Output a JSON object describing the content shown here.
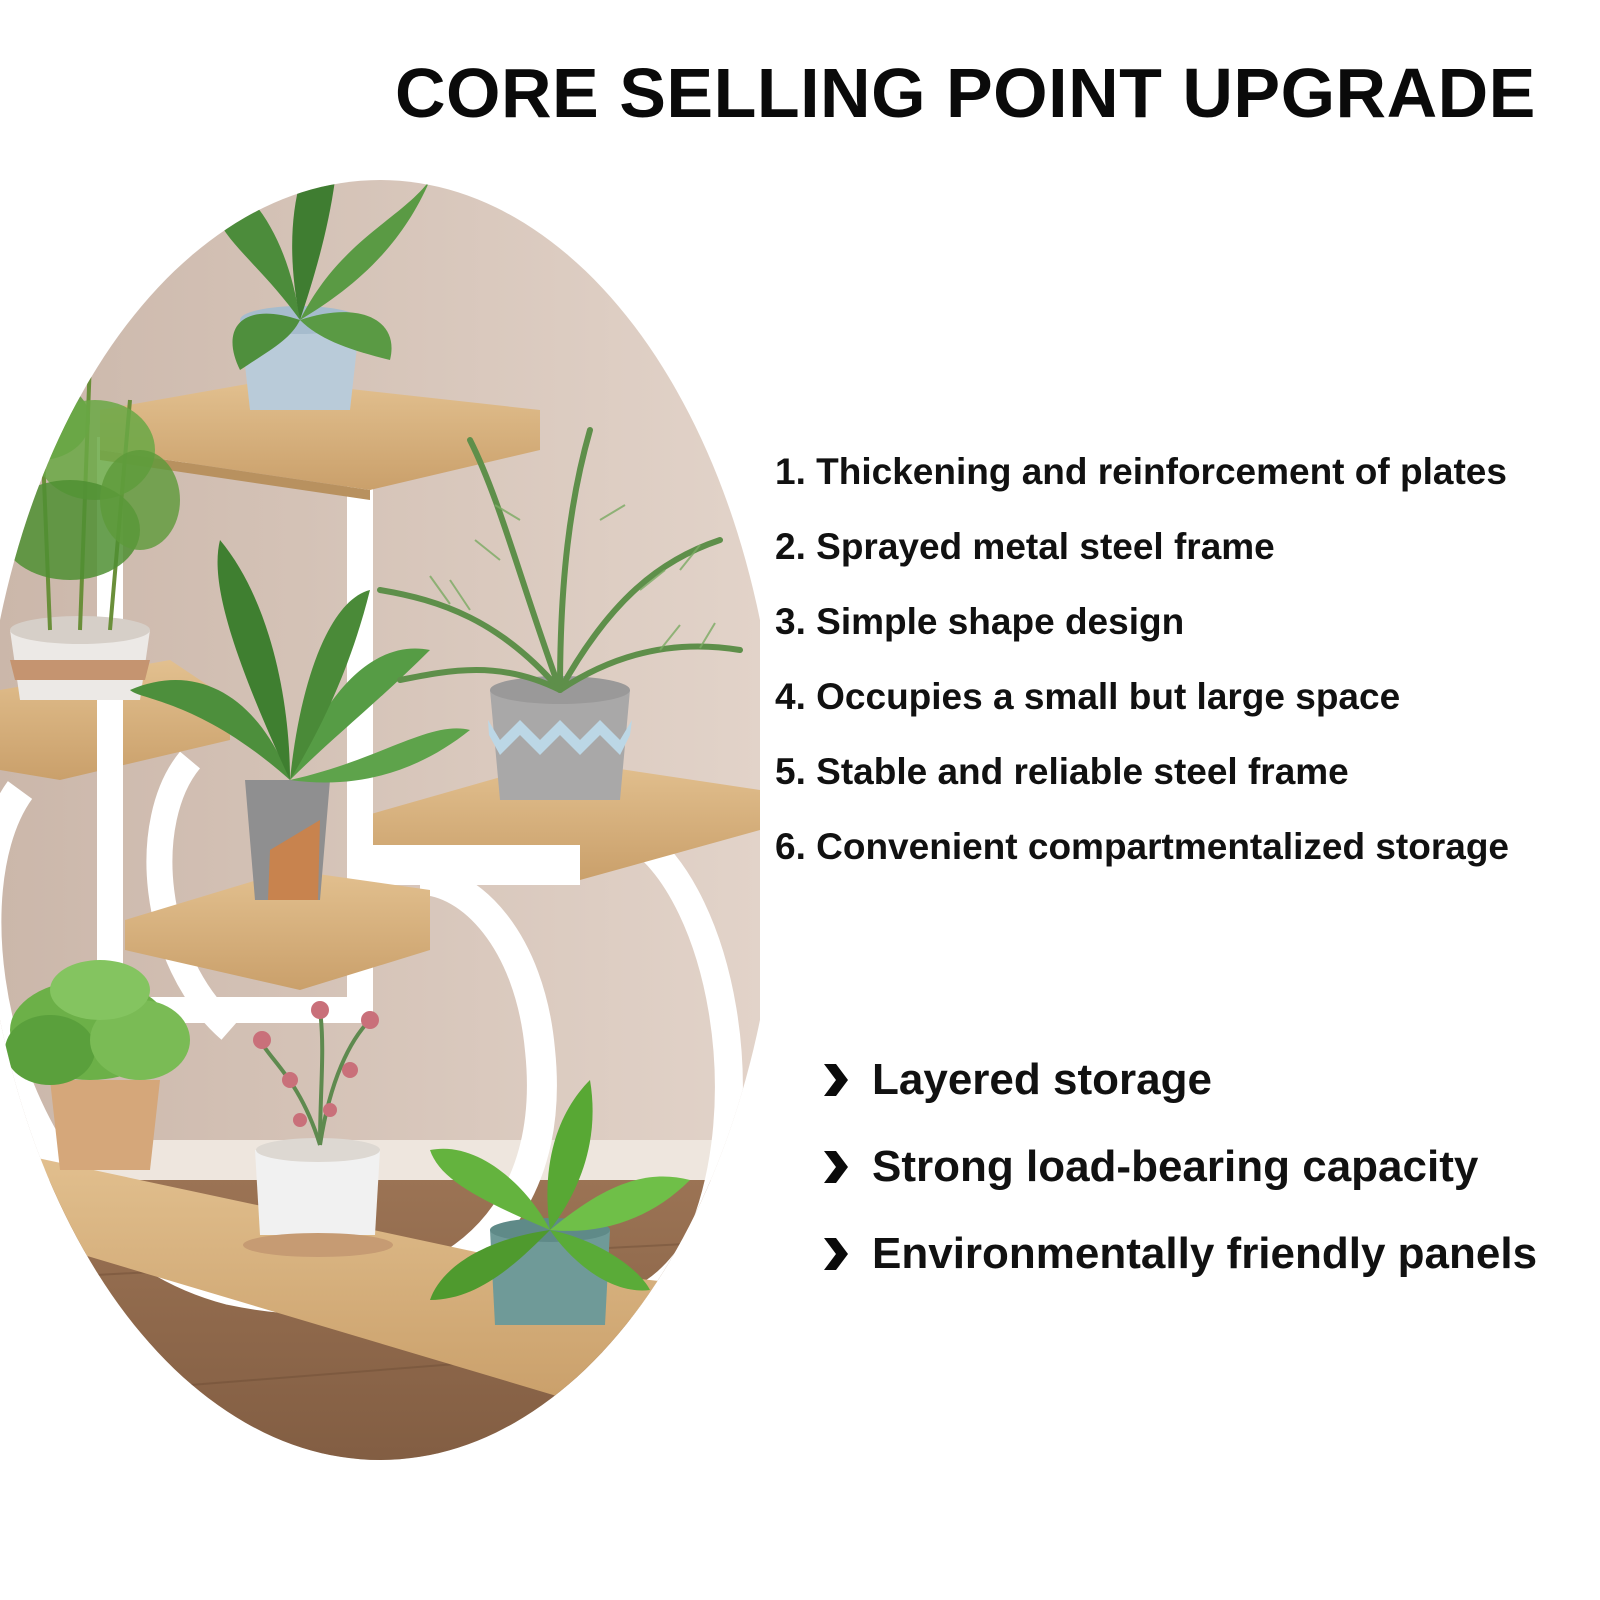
{
  "title": "CORE SELLING POINT UPGRADE",
  "features": [
    "1. Thickening and reinforcement of plates",
    "2. Sprayed metal steel frame",
    "3. Simple shape design",
    "4. Occupies a small but large space",
    "5. Stable and reliable steel frame",
    "6. Convenient compartmentalized storage"
  ],
  "highlights": [
    {
      "icon": "chevron-right-icon",
      "label": "Layered storage"
    },
    {
      "icon": "chevron-right-icon",
      "label": "Strong load-bearing capacity"
    },
    {
      "icon": "chevron-right-icon",
      "label": "Environmentally friendly panels"
    }
  ],
  "colors": {
    "text": "#111111",
    "wall": "#d9c8bd",
    "wood": "#d7b17d",
    "frame": "#ffffff",
    "leaf": "#4f8f3d",
    "floor": "#8a6446"
  }
}
